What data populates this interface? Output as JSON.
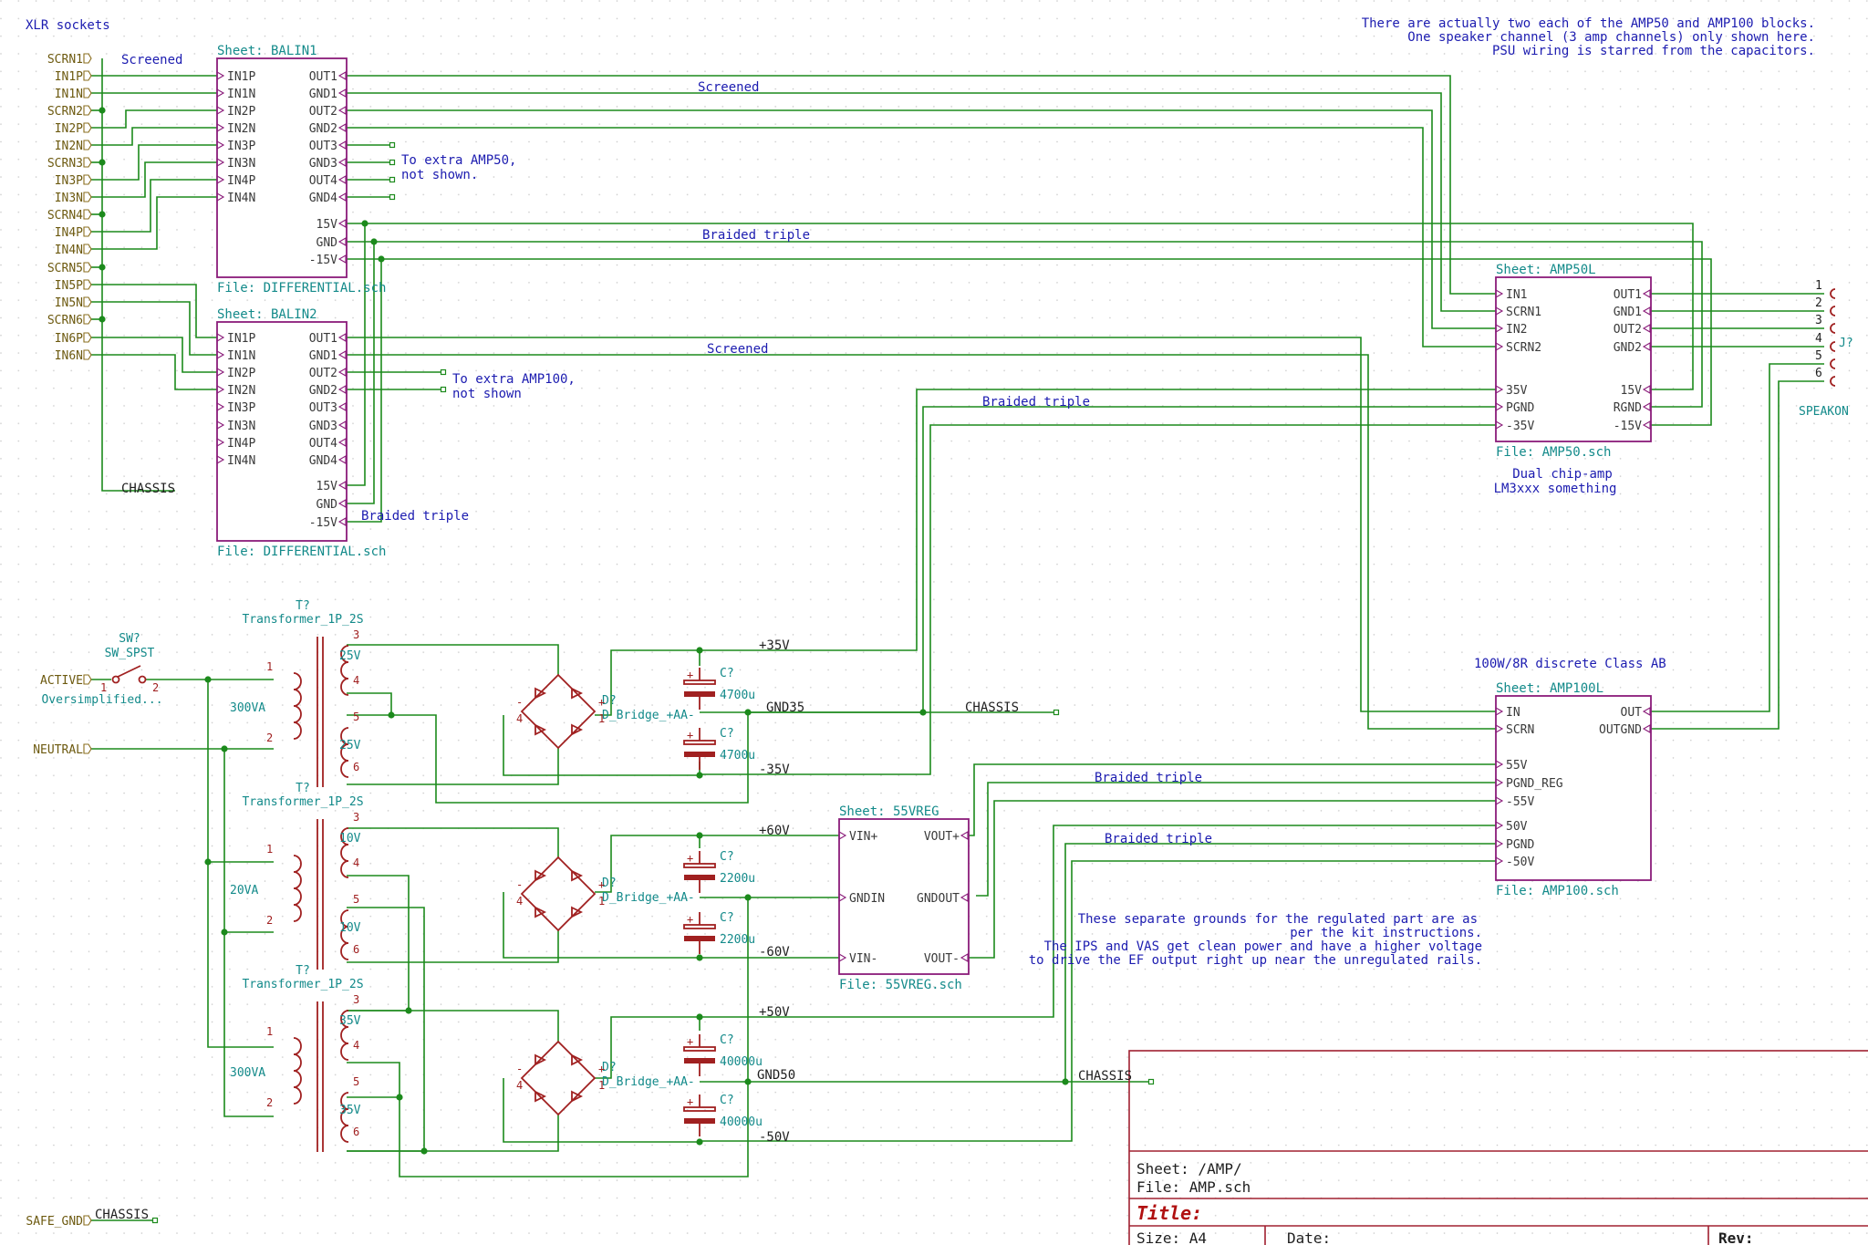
{
  "notes": {
    "xlr": "XLR sockets",
    "top_line1": "There are actually two each of the AMP50 and AMP100 blocks.",
    "top_line2": "One speaker channel (3 amp channels) only shown here.",
    "top_line3": "PSU wiring is starred from the capacitors.",
    "to_amp50_1": "To extra AMP50,",
    "to_amp50_2": "not shown.",
    "to_amp100_1": "To extra AMP100,",
    "to_amp100_2": "not shown",
    "chip1": "Dual chip-amp",
    "chip2": "LM3xxx something",
    "discrete": "100W/8R discrete Class AB",
    "reg1": "These separate grounds for the regulated part are as",
    "reg2": "per the kit instructions.",
    "reg3": "The IPS and VAS get clean power and have a higher voltage",
    "reg4": "to drive the EF output right up near the unregulated rails."
  },
  "wire_labels": {
    "screened_a": "Screened",
    "screened_b": "Screened",
    "screened_c": "Screened",
    "braided_a": "Braided triple",
    "braided_b": "Braided triple",
    "braided_c": "Braided triple",
    "braided_d": "Braided triple",
    "braided_e": "Braided triple",
    "chassis_a": "CHASSIS",
    "chassis_b": "CHASSIS",
    "chassis_c": "CHASSIS",
    "chassis_d": "CHASSIS",
    "net_p35": "+35V",
    "net_gnd35": "GND35",
    "net_m35": "-35V",
    "net_p60": "+60V",
    "net_m60": "-60V",
    "net_p50": "+50V",
    "net_gnd50": "GND50",
    "net_m50": "-50V"
  },
  "global_labels": [
    "SCRN1",
    "IN1P",
    "IN1N",
    "SCRN2",
    "IN2P",
    "IN2N",
    "SCRN3",
    "IN3P",
    "IN3N",
    "SCRN4",
    "IN4P",
    "IN4N",
    "SCRN5",
    "IN5P",
    "IN5N",
    "SCRN6",
    "IN6P",
    "IN6N",
    "ACTIVE",
    "NEUTRAL",
    "SAFE_GND"
  ],
  "sheets": {
    "balin1": {
      "name": "Sheet: BALIN1",
      "file": "File: DIFFERENTIAL.sch",
      "left_pins": [
        "IN1P",
        "IN1N",
        "IN2P",
        "IN2N",
        "IN3P",
        "IN3N",
        "IN4P",
        "IN4N"
      ],
      "right_pins": [
        "OUT1",
        "GND1",
        "OUT2",
        "GND2",
        "OUT3",
        "GND3",
        "OUT4",
        "GND4",
        "15V",
        "GND",
        "-15V"
      ]
    },
    "balin2": {
      "name": "Sheet: BALIN2",
      "file": "File: DIFFERENTIAL.sch",
      "left_pins": [
        "IN1P",
        "IN1N",
        "IN2P",
        "IN2N",
        "IN3P",
        "IN3N",
        "IN4P",
        "IN4N"
      ],
      "right_pins": [
        "OUT1",
        "GND1",
        "OUT2",
        "GND2",
        "OUT3",
        "GND3",
        "OUT4",
        "GND4",
        "15V",
        "GND",
        "-15V"
      ]
    },
    "amp50l": {
      "name": "Sheet: AMP50L",
      "file": "File: AMP50.sch",
      "left_pins": [
        "IN1",
        "SCRN1",
        "IN2",
        "SCRN2",
        "35V",
        "PGND",
        "-35V"
      ],
      "right_pins": [
        "OUT1",
        "GND1",
        "OUT2",
        "GND2",
        "15V",
        "RGND",
        "-15V"
      ]
    },
    "amp100l": {
      "name": "Sheet: AMP100L",
      "file": "File: AMP100.sch",
      "left_pins": [
        "IN",
        "SCRN",
        "55V",
        "PGND_REG",
        "-55V",
        "50V",
        "PGND",
        "-50V"
      ],
      "right_pins": [
        "OUT",
        "OUTGND"
      ]
    },
    "reg55": {
      "name": "Sheet: 55VREG",
      "file": "File: 55VREG.sch",
      "left_pins": [
        "VIN+",
        "GNDIN",
        "VIN-"
      ],
      "right_pins": [
        "VOUT+",
        "GNDOUT",
        "VOUT-"
      ]
    }
  },
  "connector": {
    "ref": "J?",
    "name": "SPEAKON",
    "pins": [
      "1",
      "2",
      "3",
      "4",
      "5",
      "6"
    ]
  },
  "switch": {
    "ref": "SW?",
    "value": "SW_SPST",
    "note": "Oversimplified...",
    "pin1": "1",
    "pin2": "2"
  },
  "transformers": [
    {
      "ref": "T?",
      "value": "Transformer_1P_2S",
      "va": "300VA",
      "s1": "25V",
      "s2": "25V",
      "pins": [
        "1",
        "2",
        "3",
        "4",
        "5",
        "6"
      ]
    },
    {
      "ref": "T?",
      "value": "Transformer_1P_2S",
      "va": "20VA",
      "s1": "10V",
      "s2": "10V",
      "pins": [
        "1",
        "2",
        "3",
        "4",
        "5",
        "6"
      ]
    },
    {
      "ref": "T?",
      "value": "Transformer_1P_2S",
      "va": "300VA",
      "s1": "35V",
      "s2": "35V",
      "pins": [
        "1",
        "2",
        "3",
        "4",
        "5",
        "6"
      ]
    }
  ],
  "bridges": [
    {
      "ref": "D?",
      "value": "D_Bridge_+AA-",
      "plus": "+",
      "minus": "-",
      "p1": "1",
      "p4": "4"
    },
    {
      "ref": "D?",
      "value": "D_Bridge_+AA-",
      "plus": "+",
      "minus": "-",
      "p1": "1",
      "p4": "4"
    },
    {
      "ref": "D?",
      "value": "D_Bridge_+AA-",
      "plus": "+",
      "minus": "-",
      "p1": "1",
      "p4": "4"
    }
  ],
  "capacitors": [
    {
      "ref": "C?",
      "value": "4700u",
      "polarity": "+"
    },
    {
      "ref": "C?",
      "value": "4700u",
      "polarity": "+"
    },
    {
      "ref": "C?",
      "value": "2200u",
      "polarity": "+"
    },
    {
      "ref": "C?",
      "value": "2200u",
      "polarity": "+"
    },
    {
      "ref": "C?",
      "value": "40000u",
      "polarity": "+"
    },
    {
      "ref": "C?",
      "value": "40000u",
      "polarity": "+"
    }
  ],
  "title_block": {
    "sheet": "Sheet: /AMP/",
    "file": "File: AMP.sch",
    "title": "Title:",
    "size": "Size: A4",
    "date": "Date:",
    "rev": "Rev:"
  },
  "colors": {
    "wire": "#1c8a1c",
    "sheet": "#8a1c7a",
    "note": "#1c1cb0",
    "label": "#6d5a10",
    "component": "#a02020",
    "ref": "#138a8a"
  }
}
